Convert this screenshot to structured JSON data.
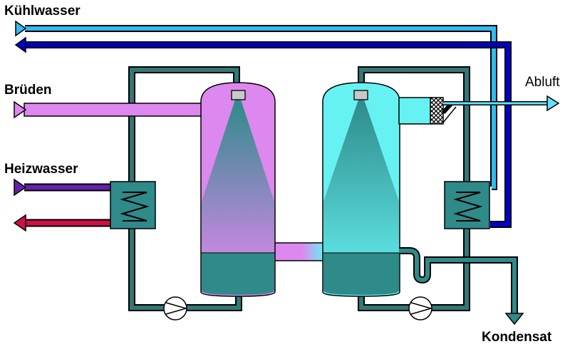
{
  "labels": {
    "kuehlwasser": "Kühlwasser",
    "brueden": "Brüden",
    "heizwasser": "Heizwasser",
    "abluft": "Abluft",
    "kondensat": "Kondensat"
  },
  "colors": {
    "cooling_water_in": "#33bbee",
    "cooling_water_out": "#0000cc",
    "vapor": "#dd88ee",
    "heating_water_in": "#6622aa",
    "heating_water_out": "#cc1144",
    "circulation_pipe": "#337777",
    "liquid": "#2f8a8a",
    "condenser_gas": "#66f2f2",
    "exhaust": "#66e0ff"
  },
  "icons": [
    "heat-exchanger-icon",
    "pump-icon",
    "spray-nozzle-icon",
    "filter-icon"
  ]
}
